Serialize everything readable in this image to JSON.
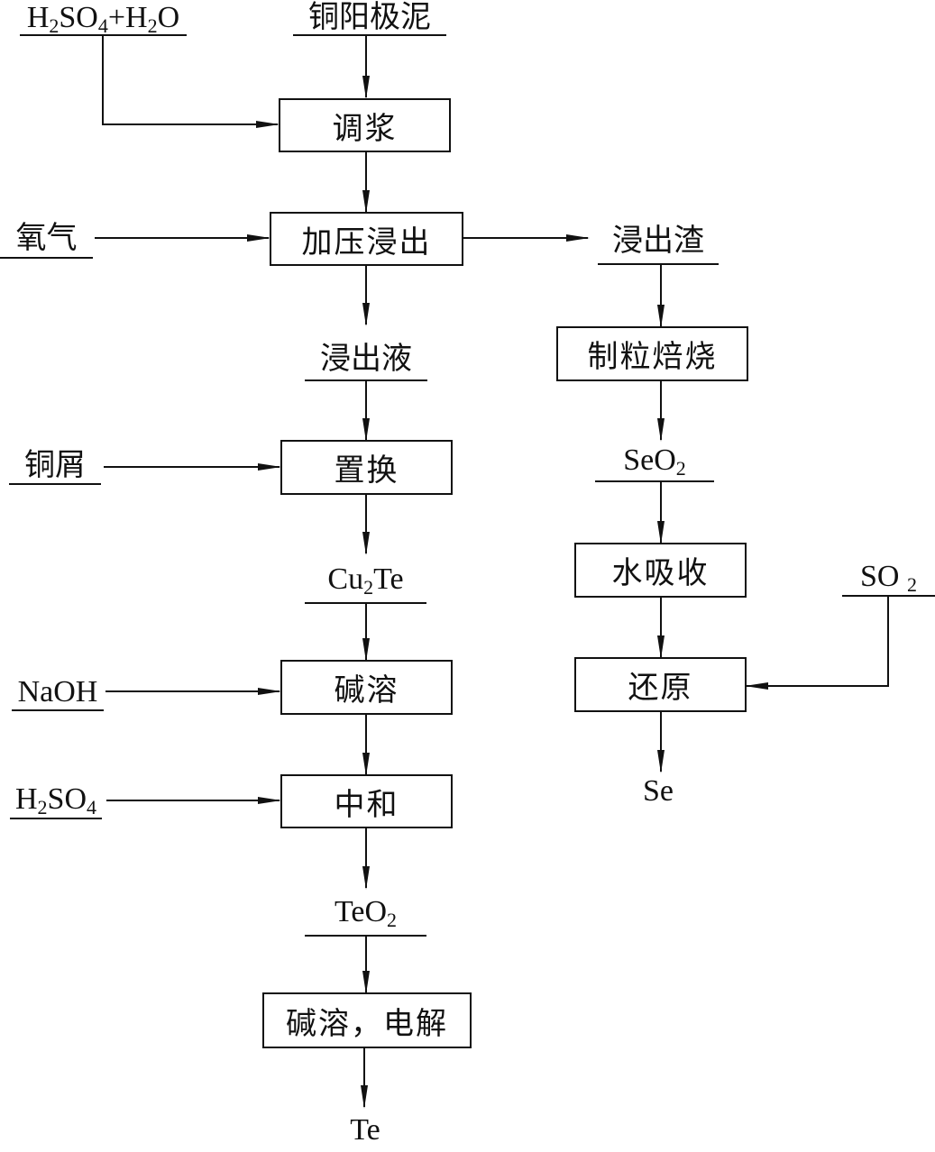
{
  "diagram": {
    "type": "process-flowchart",
    "inputs": {
      "acid_water": {
        "parts": [
          "H",
          "2",
          "SO",
          "4",
          "+H",
          "2",
          "O"
        ]
      },
      "anode_slime": "铜阳极泥",
      "oxygen": "氧气",
      "copper_scrap": "铜屑",
      "naoh": "NaOH",
      "sulfuric_acid": {
        "parts": [
          "H",
          "2",
          "SO",
          "4"
        ]
      },
      "so2": {
        "parts": [
          "SO",
          "2"
        ]
      }
    },
    "steps": {
      "slurry": "调浆",
      "pressure_leach": "加压浸出",
      "displacement": "置换",
      "alkali_dissolve": "碱溶",
      "neutralize": "中和",
      "alkali_electrolysis": "碱溶，电解",
      "granulate_roast": "制粒焙烧",
      "water_absorb": "水吸收",
      "reduce": "还原"
    },
    "intermediates": {
      "leach_liquor": "浸出液",
      "leach_residue": "浸出渣",
      "cu2te": {
        "parts": [
          "Cu",
          "2",
          "Te"
        ]
      },
      "teo2": {
        "parts": [
          "TeO",
          "2"
        ]
      },
      "seo2": {
        "parts": [
          "SeO",
          "2"
        ]
      }
    },
    "products": {
      "te": "Te",
      "se": "Se"
    }
  }
}
